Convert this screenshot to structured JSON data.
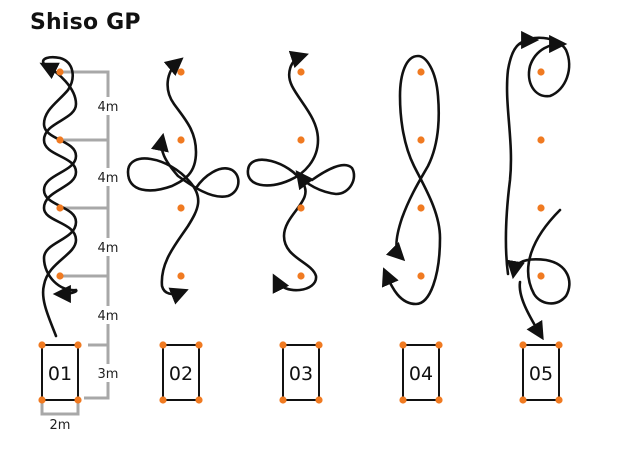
{
  "title": "Shiso GP",
  "dimensions": {
    "spacing_labels": [
      "4m",
      "4m",
      "4m",
      "4m",
      "3m"
    ],
    "width_label": "2m"
  },
  "patterns": [
    {
      "id": "01"
    },
    {
      "id": "02"
    },
    {
      "id": "03"
    },
    {
      "id": "04"
    },
    {
      "id": "05"
    }
  ],
  "colors": {
    "cone": "#f07a21",
    "path": "#111111",
    "measure": "#a8a8a8",
    "box": "#111111"
  }
}
